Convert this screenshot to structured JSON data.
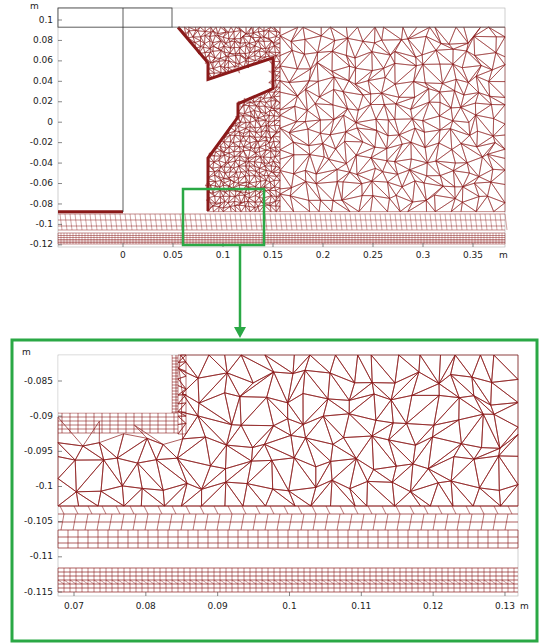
{
  "diagram": {
    "labels": [
      "m",
      "0.1",
      "0.08",
      "0.06",
      "0.04",
      "0.02",
      "0",
      "-0.02",
      "-0.04",
      "-0.06",
      "-0.08",
      "-0.1",
      "-0.12",
      "0",
      "0.05",
      "0.1",
      "0.15",
      "0.2",
      "0.25",
      "0.3",
      "0.35",
      "m",
      "m",
      "-0.085",
      "-0.09",
      "-0.095",
      "-0.1",
      "-0.105",
      "-0.11",
      "-0.115",
      "0.07",
      "0.08",
      "0.09",
      "0.1",
      "0.11",
      "0.12",
      "0.13",
      "m"
    ]
  }
}
